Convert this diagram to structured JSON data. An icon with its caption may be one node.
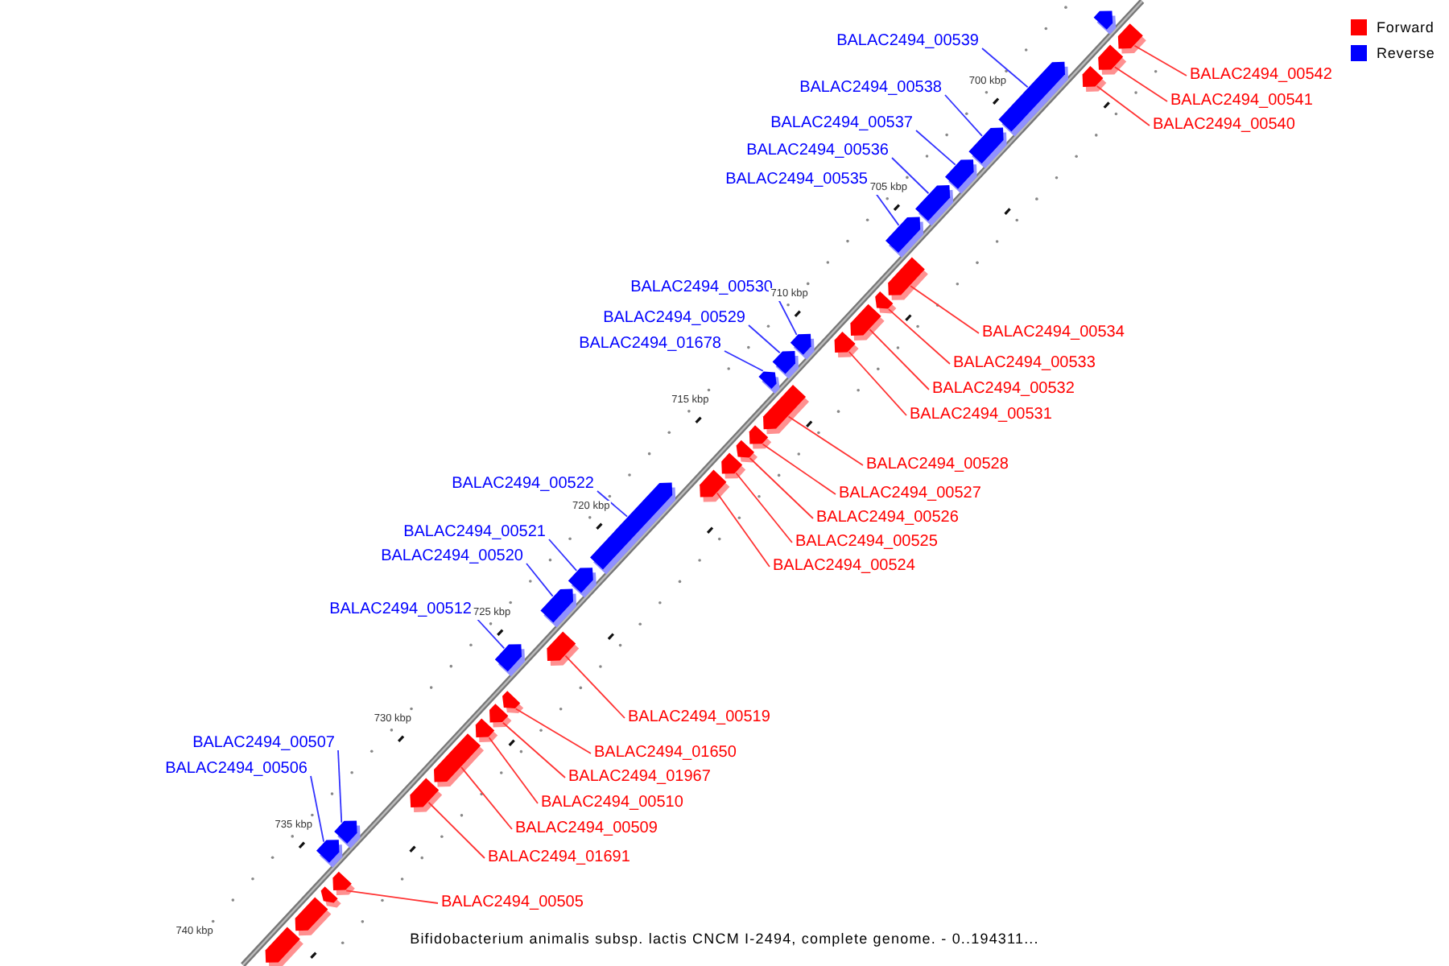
{
  "diagram": {
    "caption": "Bifidobacterium animalis subsp. lactis CNCM I-2494, complete genome. - 0..194311...",
    "nodes": [
      {
        "text": [
          "BALAC2494_00539"
        ]
      },
      {
        "text": [],
        "shape": "pentagon"
      },
      {
        "text": [
          "BALAC2494_00542"
        ]
      },
      {
        "text": [],
        "shape": "pentagon"
      },
      {
        "text": [
          "BALAC2494_00538"
        ]
      },
      {
        "text": [],
        "shape": "pentagon"
      },
      {
        "text": [
          "BALAC2494_00541"
        ]
      },
      {
        "text": [],
        "shape": "pentagon"
      },
      {
        "text": [
          "BALAC2494_00537"
        ]
      },
      {
        "text": [],
        "shape": "pentagon"
      },
      {
        "text": [
          "BALAC2494_00540"
        ]
      },
      {
        "text": [],
        "shape": "pentagon"
      },
      {
        "text": [
          "BALAC2494_00536"
        ]
      },
      {
        "text": [],
        "shape": "pentagon"
      },
      {
        "text": [
          "BALAC2494_00535"
        ]
      },
      {
        "text": [],
        "shape": "pentagon"
      },
      {
        "text": [
          "BALAC2494_00530"
        ]
      },
      {
        "text": [],
        "shape": "pentagon"
      },
      {
        "text": [
          "BALAC2494_00529"
        ]
      },
      {
        "text": [],
        "shape": "pentagon"
      },
      {
        "text": [
          "BALAC2494_00534"
        ]
      },
      {
        "text": [],
        "shape": "pentagon"
      },
      {
        "text": [
          "BALAC2494_01678"
        ]
      },
      {
        "text": [],
        "shape": "pentagon"
      },
      {
        "text": [
          "BALAC2494_00533"
        ]
      },
      {
        "text": [],
        "shape": "pentagon"
      },
      {
        "text": [
          "BALAC2494_00532"
        ]
      },
      {
        "text": [],
        "shape": "pentagon"
      },
      {
        "text": [
          "BALAC2494_00531"
        ]
      },
      {
        "text": [],
        "shape": "pentagon"
      },
      {
        "text": [
          "BALAC2494_00528"
        ]
      },
      {
        "text": [],
        "shape": "pentagon"
      },
      {
        "text": [
          "BALAC2494_00522"
        ]
      },
      {
        "text": [],
        "shape": "pentagon"
      },
      {
        "text": [
          "BALAC2494_00527"
        ]
      },
      {
        "text": [],
        "shape": "pentagon"
      },
      {
        "text": [
          "BALAC2494_00526"
        ]
      },
      {
        "text": [],
        "shape": "pentagon"
      },
      {
        "text": [
          "BALAC2494_00521"
        ]
      },
      {
        "text": [],
        "shape": "pentagon"
      },
      {
        "text": [
          "BALAC2494_00525"
        ]
      },
      {
        "text": [],
        "shape": "pentagon"
      },
      {
        "text": [
          "BALAC2494_00520"
        ]
      },
      {
        "text": [],
        "shape": "pentagon"
      },
      {
        "text": [
          "BALAC2494_00524"
        ]
      },
      {
        "text": [],
        "shape": "pentagon"
      },
      {
        "text": [
          "BALAC2494_00512"
        ]
      },
      {
        "text": [],
        "shape": "pentagon"
      },
      {
        "text": [
          "BALAC2494_00519"
        ]
      },
      {
        "text": [],
        "shape": "pentagon"
      },
      {
        "text": [
          "BALAC2494_00507"
        ]
      },
      {
        "text": [],
        "shape": "pentagon"
      },
      {
        "text": [
          "BALAC2494_01650"
        ]
      },
      {
        "text": [],
        "shape": "pentagon"
      },
      {
        "text": [
          "BALAC2494_00506"
        ]
      },
      {
        "text": [],
        "shape": "pentagon"
      },
      {
        "text": [
          "BALAC2494_01967"
        ]
      },
      {
        "text": [],
        "shape": "pentagon"
      },
      {
        "text": [
          "BALAC2494_00510"
        ]
      },
      {
        "text": [],
        "shape": "pentagon"
      },
      {
        "text": [
          "BALAC2494_00509"
        ]
      },
      {
        "text": [],
        "shape": "pentagon"
      },
      {
        "text": [
          "BALAC2494_01691"
        ]
      },
      {
        "text": [],
        "shape": "pentagon"
      },
      {
        "text": [
          "BALAC2494_00505"
        ]
      },
      {
        "text": [],
        "shape": "pentagon"
      },
      {
        "text": [],
        "shape": "pentagon"
      },
      {
        "text": [],
        "shape": "pentagon"
      },
      {
        "text": [],
        "shape": "pentagon"
      },
      {
        "text": [],
        "shape": "pentagon"
      }
    ],
    "edges": [
      {
        "from": 0,
        "to": 1,
        "arrow": "none",
        "color": "#3333ff"
      },
      {
        "from": 2,
        "to": 3,
        "arrow": "none"
      },
      {
        "from": 4,
        "to": 5,
        "arrow": "none",
        "color": "#3333ff"
      },
      {
        "from": 6,
        "to": 7,
        "arrow": "none"
      },
      {
        "from": 8,
        "to": 9,
        "arrow": "none",
        "color": "#3333ff"
      },
      {
        "from": 10,
        "to": 11,
        "arrow": "none"
      },
      {
        "from": 12,
        "to": 13,
        "arrow": "none",
        "color": "#3333ff"
      },
      {
        "from": 14,
        "to": 15,
        "arrow": "none",
        "color": "#3333ff"
      },
      {
        "from": 16,
        "to": 17,
        "arrow": "none",
        "color": "#3333ff"
      },
      {
        "from": 18,
        "to": 19,
        "arrow": "none",
        "color": "#3333ff"
      },
      {
        "from": 20,
        "to": 21,
        "arrow": "none"
      },
      {
        "from": 22,
        "to": 23,
        "arrow": "none",
        "color": "#3333ff"
      },
      {
        "from": 24,
        "to": 25,
        "arrow": "none"
      },
      {
        "from": 26,
        "to": 27,
        "arrow": "none"
      },
      {
        "from": 28,
        "to": 29,
        "arrow": "none"
      },
      {
        "from": 30,
        "to": 31,
        "arrow": "none"
      },
      {
        "from": 32,
        "to": 33,
        "arrow": "none",
        "color": "#3333ff"
      },
      {
        "from": 34,
        "to": 35,
        "arrow": "none"
      },
      {
        "from": 36,
        "to": 37,
        "arrow": "none"
      },
      {
        "from": 38,
        "to": 39,
        "arrow": "none",
        "color": "#3333ff"
      },
      {
        "from": 40,
        "to": 41,
        "arrow": "none"
      },
      {
        "from": 42,
        "to": 43,
        "arrow": "none",
        "color": "#3333ff"
      },
      {
        "from": 44,
        "to": 45,
        "arrow": "none"
      },
      {
        "from": 46,
        "to": 47,
        "arrow": "none",
        "color": "#3333ff"
      },
      {
        "from": 48,
        "to": 49,
        "arrow": "none"
      },
      {
        "from": 50,
        "to": 51,
        "arrow": "none",
        "color": "#3333ff"
      },
      {
        "from": 52,
        "to": 53,
        "arrow": "none"
      },
      {
        "from": 54,
        "to": 55,
        "arrow": "none",
        "color": "#3333ff"
      },
      {
        "from": 56,
        "to": 57,
        "arrow": "none"
      },
      {
        "from": 58,
        "to": 59,
        "arrow": "none"
      },
      {
        "from": 60,
        "to": 61,
        "arrow": "none"
      },
      {
        "from": 62,
        "to": 63,
        "arrow": "none"
      },
      {
        "from": 64,
        "to": 65,
        "arrow": "none"
      }
    ],
    "labels": [
      "700 kbp",
      "705 kbp",
      "710 kbp",
      "715 kbp",
      "720 kbp",
      "725 kbp",
      "730 kbp",
      "735 kbp",
      "740 kbp"
    ],
    "legend": [
      {
        "text": "Forward",
        "color": "#ff0000"
      },
      {
        "text": "Reverse",
        "color": "#0000ff"
      }
    ]
  }
}
